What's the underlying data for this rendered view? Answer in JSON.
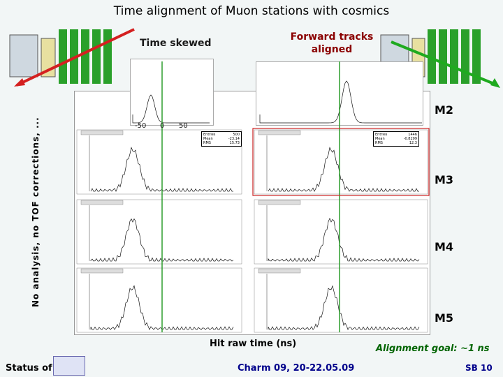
{
  "slide": {
    "title": "Time alignment of Muon stations with cosmics",
    "annot_skewed": "Time skewed",
    "annot_aligned": "Forward tracks aligned",
    "ylabel": "No analysis, no TOF corrections, ...",
    "xlabel": "Hit raw time (ns)",
    "goal": "Alignment goal: ~1 ns",
    "status": "Status of",
    "conference": "Charm 09, 20-22.05.09",
    "slide_number": "SB 10",
    "stations": [
      "M2",
      "M3",
      "M4",
      "M5"
    ],
    "axis_ticks": [
      "-50",
      "0",
      "50"
    ]
  },
  "left_stats": [
    {
      "name": "Entries",
      "value": "500"
    },
    {
      "name": "Mean",
      "value": "-23.14"
    },
    {
      "name": "RMS",
      "value": "15.73"
    }
  ],
  "right_stats": [
    {
      "name": "Entries",
      "value": "1446"
    },
    {
      "name": "Mean",
      "value": "-0.8299"
    },
    {
      "name": "RMS",
      "value": "12.3"
    }
  ],
  "colors": {
    "green_line": "#2e9e2e",
    "highlight": "#cc2222",
    "arrow_red": "#d42020",
    "arrow_green": "#1faa1f"
  }
}
